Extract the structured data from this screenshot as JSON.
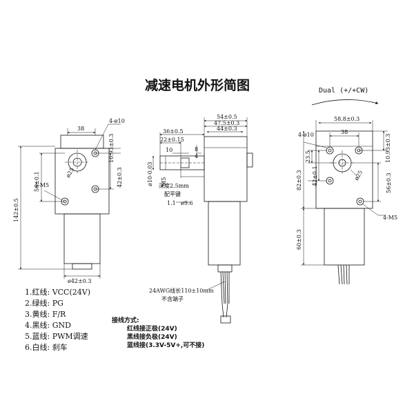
{
  "title": "减速电机外形简图",
  "rotation": "Dual (+/+CW)",
  "left_view": {
    "hole_label": "4-ø10",
    "d38": "38",
    "d10_93": "10.93±0.3",
    "d25": "ø25",
    "d42": "42±0.3",
    "d56": "56±0.1",
    "m5": "4-M5",
    "d142": "142±0.5",
    "d42_motor": "ø42±0.3"
  },
  "side_view": {
    "d54": "54±0.5",
    "d47_5": "47.5±0.3",
    "d44": "44±0.3",
    "d36": "36±0.5",
    "d22": "22±0.15",
    "d10": "10",
    "d8": "8",
    "d4": "4",
    "shaft_dia": "ø10-0.03",
    "m5": "M5",
    "key_depth": "深度2.5mm",
    "key_label": "配平键",
    "d1_1": "1.1",
    "d9_6": "ø9.6",
    "wire_length": "24AWG线长110±10mm",
    "no_terminal": "不含端子"
  },
  "right_view": {
    "hole_label": "4-ø10",
    "d58_8": "58.8±0.3",
    "d38": "38",
    "d10_93": "10.93±0.3",
    "d23_5": "23.5",
    "d42": "42±0.1",
    "d25": "ø25",
    "d82": "82±0.3",
    "d56": "56±0.3",
    "m5": "4-M5",
    "d60": "60±0.3"
  },
  "wires": [
    "1.红线: VCC(24V)",
    "2.绿线: PG",
    "3.黄线: F/R",
    "4.黑线: GND",
    "5.蓝线: PWM调速",
    "6.白线: 刹车"
  ],
  "wiring": {
    "heading": "接线方式:",
    "lines": [
      "红线接正极(24V)",
      "黑线接负极(24V)",
      "蓝线接(3.3V-5V+,可不接)"
    ]
  }
}
